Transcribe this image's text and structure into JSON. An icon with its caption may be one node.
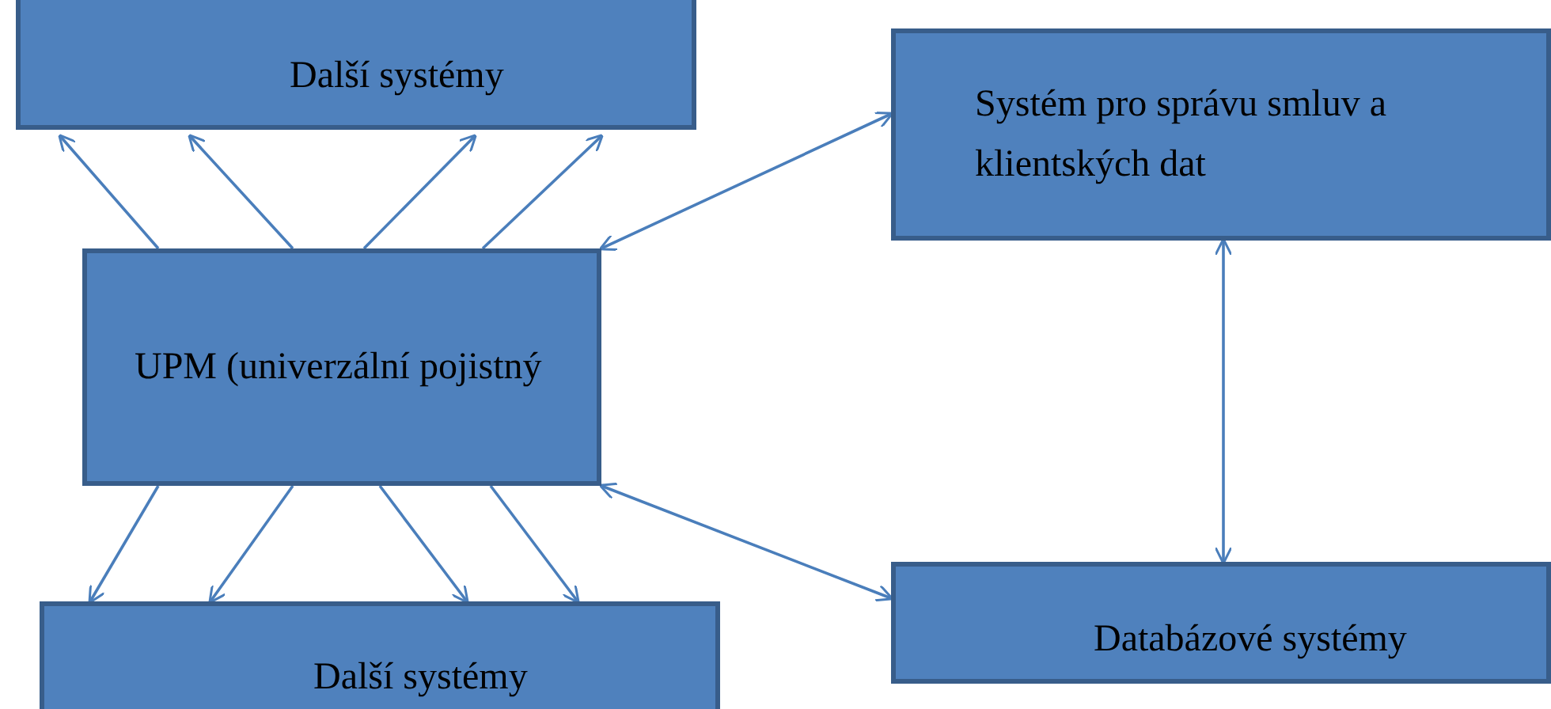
{
  "diagram": {
    "nodes": [
      {
        "text": [
          "Další systémy"
        ]
      },
      {
        "text": [
          "Systém pro správu smluv a klientských dat"
        ]
      },
      {
        "text": [
          "UPM (univerzální pojistný"
        ]
      },
      {
        "text": [
          "Další systémy"
        ]
      },
      {
        "text": [
          "Databázové systémy"
        ]
      }
    ],
    "edges": [
      {
        "from": 2,
        "to": 0,
        "arrow": "to"
      },
      {
        "from": 2,
        "to": 0,
        "arrow": "to"
      },
      {
        "from": 2,
        "to": 0,
        "arrow": "to"
      },
      {
        "from": 2,
        "to": 0,
        "arrow": "to"
      },
      {
        "from": 2,
        "to": 3,
        "arrow": "to"
      },
      {
        "from": 2,
        "to": 3,
        "arrow": "to"
      },
      {
        "from": 2,
        "to": 3,
        "arrow": "to"
      },
      {
        "from": 2,
        "to": 3,
        "arrow": "to"
      },
      {
        "from": 2,
        "to": 1,
        "arrow": "both"
      },
      {
        "from": 2,
        "to": 4,
        "arrow": "both"
      },
      {
        "from": 1,
        "to": 4,
        "arrow": "both"
      }
    ]
  }
}
